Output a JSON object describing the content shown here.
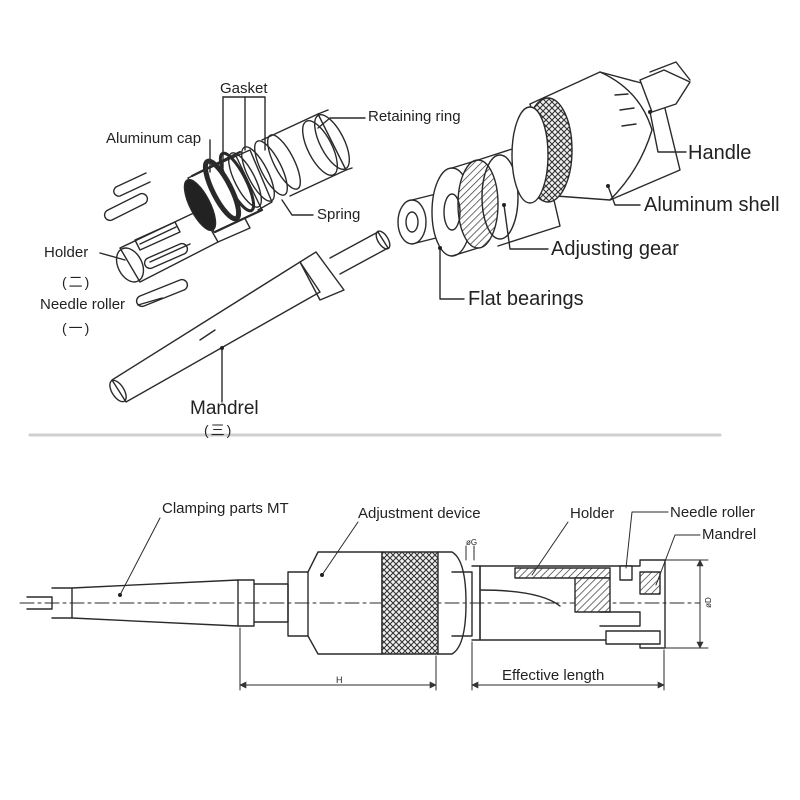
{
  "exploded_view": {
    "labels": {
      "gasket": "Gasket",
      "retaining_ring": "Retaining ring",
      "aluminum_cap": "Aluminum cap",
      "spring": "Spring",
      "holder": "Holder",
      "holder_sub": "(二)",
      "needle_roller": "Needle roller",
      "needle_roller_sub": "(一)",
      "mandrel": "Mandrel",
      "mandrel_sub": "(三)",
      "handle": "Handle",
      "aluminum_shell": "Aluminum shell",
      "adjusting_gear": "Adjusting gear",
      "flat_bearings": "Flat bearings"
    }
  },
  "section_view": {
    "labels": {
      "clamping_parts": "Clamping parts MT",
      "adjustment_device": "Adjustment device",
      "holder": "Holder",
      "needle_roller": "Needle roller",
      "mandrel": "Mandrel",
      "effective_length": "Effective length",
      "dim_h": "H",
      "dim_g": "øG",
      "dim_d": "øD"
    }
  },
  "colors": {
    "line": "#2a2a2a",
    "knurl": "#555555",
    "hatch": "#444444"
  }
}
